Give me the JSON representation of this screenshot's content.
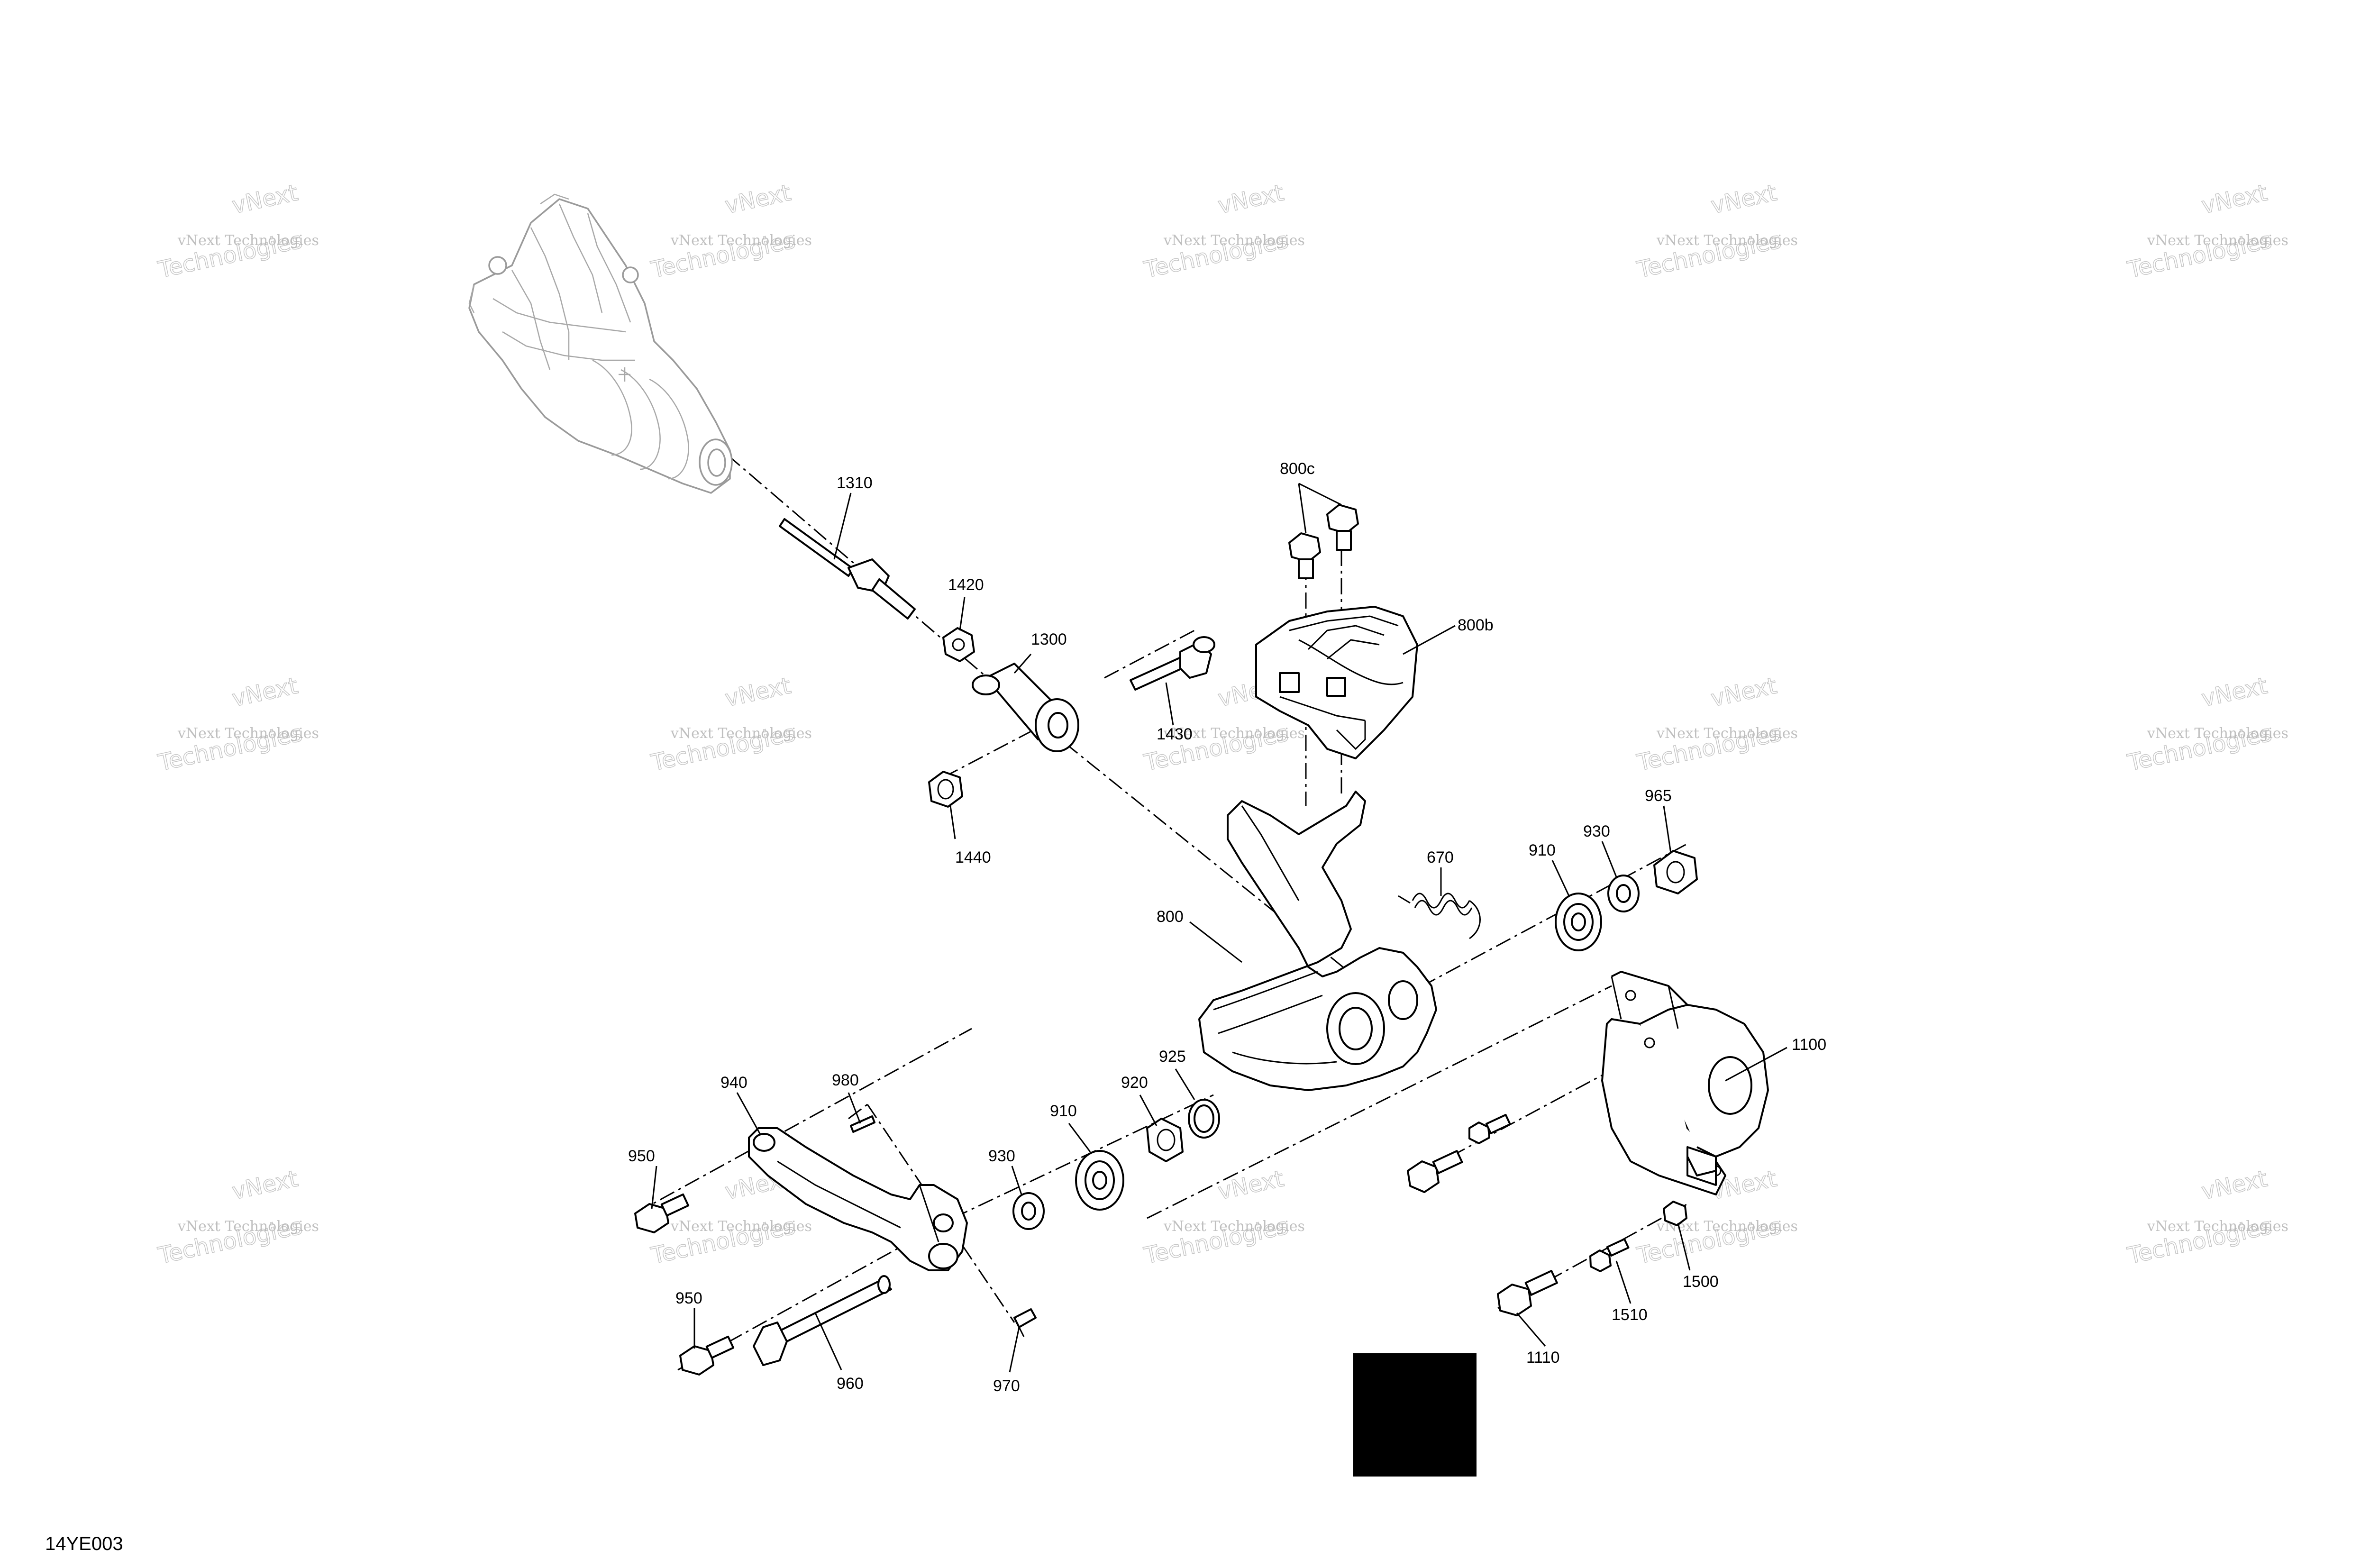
{
  "drawing": {
    "code": "14YE003",
    "watermark_line1": "vNext Technologies",
    "watermark_line2": "vNext",
    "watermark_line3": "Technologies",
    "block_color": "#000000"
  },
  "parts": [
    {
      "id": "p1310",
      "label": "1310"
    },
    {
      "id": "p1420",
      "label": "1420"
    },
    {
      "id": "p1300",
      "label": "1300"
    },
    {
      "id": "p1430",
      "label": "1430"
    },
    {
      "id": "p1440",
      "label": "1440"
    },
    {
      "id": "p800c",
      "label": "800c"
    },
    {
      "id": "p800b",
      "label": "800b"
    },
    {
      "id": "p800",
      "label": "800"
    },
    {
      "id": "p670",
      "label": "670"
    },
    {
      "id": "p910a",
      "label": "910"
    },
    {
      "id": "p930a",
      "label": "930"
    },
    {
      "id": "p965",
      "label": "965"
    },
    {
      "id": "p1100",
      "label": "1100"
    },
    {
      "id": "p940",
      "label": "940"
    },
    {
      "id": "p980",
      "label": "980"
    },
    {
      "id": "p950a",
      "label": "950"
    },
    {
      "id": "p950b",
      "label": "950"
    },
    {
      "id": "p910b",
      "label": "910"
    },
    {
      "id": "p920",
      "label": "920"
    },
    {
      "id": "p925",
      "label": "925"
    },
    {
      "id": "p930b",
      "label": "930"
    },
    {
      "id": "p960",
      "label": "960"
    },
    {
      "id": "p970",
      "label": "970"
    },
    {
      "id": "p1500",
      "label": "1500"
    },
    {
      "id": "p1510",
      "label": "1510"
    },
    {
      "id": "p1110",
      "label": "1110"
    }
  ]
}
